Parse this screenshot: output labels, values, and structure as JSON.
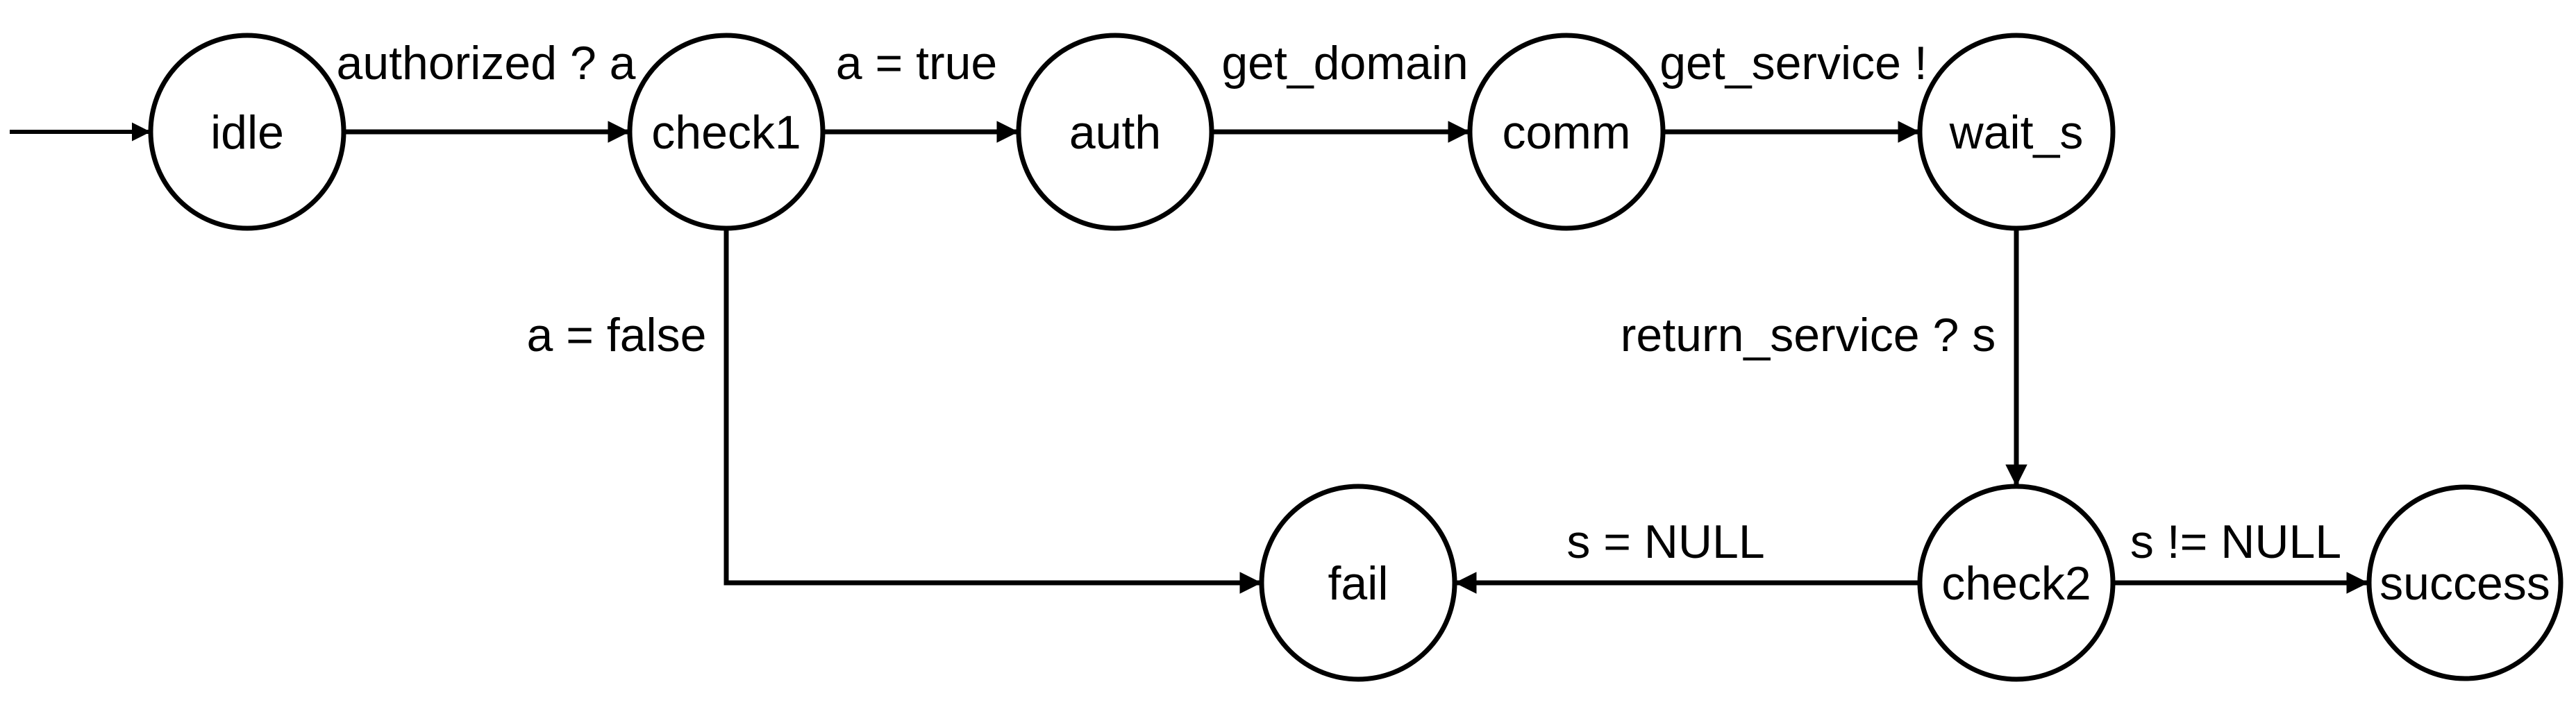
{
  "diagram": {
    "kind": "finite-state-machine",
    "colors": {
      "line": "#000000",
      "background": "#ffffff"
    },
    "nodes": [
      {
        "id": "idle",
        "label": "idle"
      },
      {
        "id": "check1",
        "label": "check1"
      },
      {
        "id": "auth",
        "label": "auth"
      },
      {
        "id": "comm",
        "label": "comm"
      },
      {
        "id": "wait_s",
        "label": "wait_s"
      },
      {
        "id": "fail",
        "label": "fail"
      },
      {
        "id": "check2",
        "label": "check2"
      },
      {
        "id": "success",
        "label": "success"
      }
    ],
    "edges": [
      {
        "from": "start",
        "to": "idle",
        "label": ""
      },
      {
        "from": "idle",
        "to": "check1",
        "label": "authorized ? a"
      },
      {
        "from": "check1",
        "to": "auth",
        "label": "a = true"
      },
      {
        "from": "auth",
        "to": "comm",
        "label": "get_domain"
      },
      {
        "from": "comm",
        "to": "wait_s",
        "label": "get_service !"
      },
      {
        "from": "wait_s",
        "to": "check2",
        "label": "return_service ? s"
      },
      {
        "from": "check1",
        "to": "fail",
        "label": "a = false"
      },
      {
        "from": "check2",
        "to": "fail",
        "label": "s = NULL"
      },
      {
        "from": "check2",
        "to": "success",
        "label": "s != NULL"
      }
    ]
  }
}
